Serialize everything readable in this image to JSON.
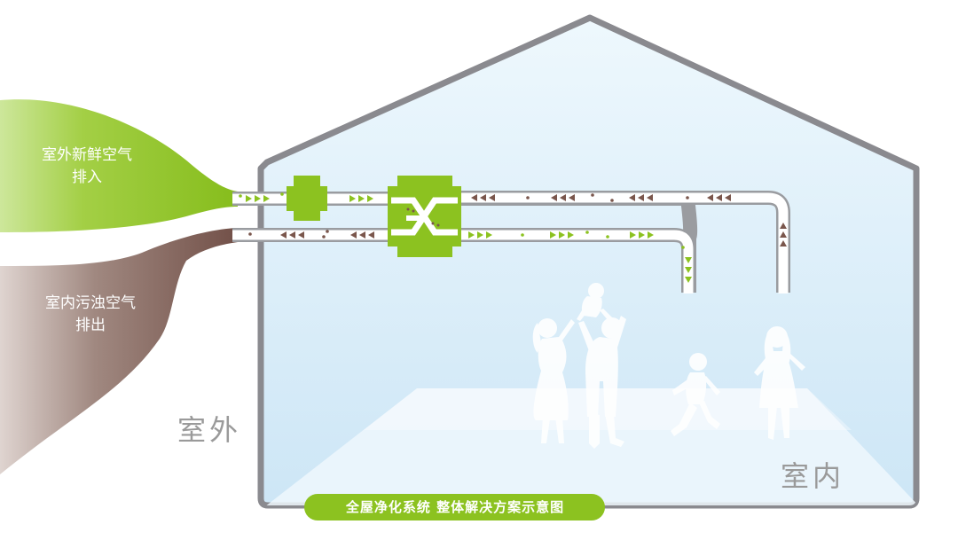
{
  "labels": {
    "fresh_air_in": "室外新鲜空气\n排入",
    "stale_air_out": "室内污浊空气\n排出",
    "outdoor": "室外",
    "indoor": "室内",
    "caption": "全屋净化系统  整体解决方案示意图"
  },
  "colors": {
    "fresh_air": "#8cc220",
    "stale_air": "#7a564c",
    "house_outline": "#8a8a8f",
    "duct_outline": "#9a9ca0",
    "interior": "#dff0fa",
    "floor": "#eef7fd",
    "people": "#ffffff",
    "caption_bg": "#8cc220"
  },
  "icons": {
    "filter": "purifier-filter-icon",
    "exchanger": "heat-exchanger-icon",
    "fresh_arrow": "green-triangle-arrow",
    "stale_arrow": "brown-triangle-arrow"
  }
}
